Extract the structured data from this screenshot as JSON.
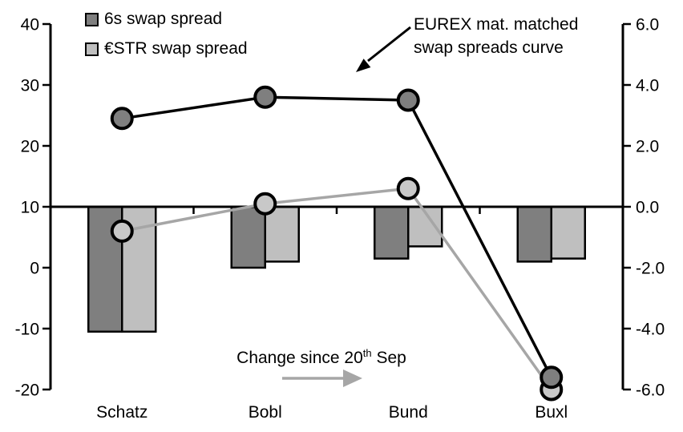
{
  "legend": {
    "items": [
      {
        "label": "6s swap spread",
        "color": "#7f7f7f"
      },
      {
        "label": "€STR swap spread",
        "color": "#bfbfbf"
      }
    ]
  },
  "annotations": {
    "curve_note_line1": "EUREX mat. matched",
    "curve_note_line2": "swap spreads curve",
    "change_note": {
      "prefix": "Change since 20",
      "sup": "th",
      "suffix": " Sep"
    }
  },
  "colors": {
    "bar_dark": "#7f7f7f",
    "bar_light": "#bfbfbf",
    "line_black": "#000000",
    "line_gray": "#a6a6a6",
    "marker_dark_fill": "#7f7f7f",
    "marker_light_fill": "#c8c8c8",
    "arrow_black": "#000000",
    "arrow_gray": "#a6a6a6"
  },
  "chart_data": {
    "type": "combo (bar + line, dual axis)",
    "title": "",
    "categories": [
      "Schatz",
      "Bobl",
      "Bund",
      "Buxl"
    ],
    "left_axis": {
      "values": [
        40,
        30,
        20,
        10,
        0,
        -10,
        -20
      ],
      "labels": [
        "40",
        "30",
        "20",
        "10",
        "0",
        "-10",
        "-20"
      ],
      "range": [
        -20,
        40
      ],
      "note": "lines (swap spread levels) plotted on this axis; category axis crosses at 10"
    },
    "right_axis": {
      "values": [
        6,
        4,
        2,
        0,
        -2,
        -4,
        -6
      ],
      "labels": [
        "6.0",
        "4.0",
        "2.0",
        "0.0",
        "-2.0",
        "-4.0",
        "-6.0"
      ],
      "range": [
        -6,
        6
      ],
      "note": "bars (change since 20th Sep) plotted on this axis; zero aligned with left-axis value 10"
    },
    "bar_series": [
      {
        "name": "6s swap spread",
        "role": "change since 20th Sep",
        "axis": "right",
        "values": [
          -4.1,
          -2.0,
          -1.7,
          -1.8
        ],
        "color": "#7f7f7f"
      },
      {
        "name": "€STR swap spread",
        "role": "change since 20th Sep",
        "axis": "right",
        "values": [
          -4.1,
          -1.8,
          -1.3,
          -1.7
        ],
        "color": "#bfbfbf"
      }
    ],
    "line_series": [
      {
        "name": "€STR swap spread curve",
        "axis": "left",
        "values": [
          6,
          10.5,
          13,
          -20
        ],
        "color": "#a6a6a6",
        "marker_fill": "#c8c8c8"
      },
      {
        "name": "6s swap spread curve (EUREX mat. matched)",
        "axis": "left",
        "values": [
          24.5,
          28,
          27.5,
          -18
        ],
        "color": "#000000",
        "marker_fill": "#7f7f7f"
      }
    ],
    "grid": "off",
    "legend_position": "top-left inside plot"
  }
}
